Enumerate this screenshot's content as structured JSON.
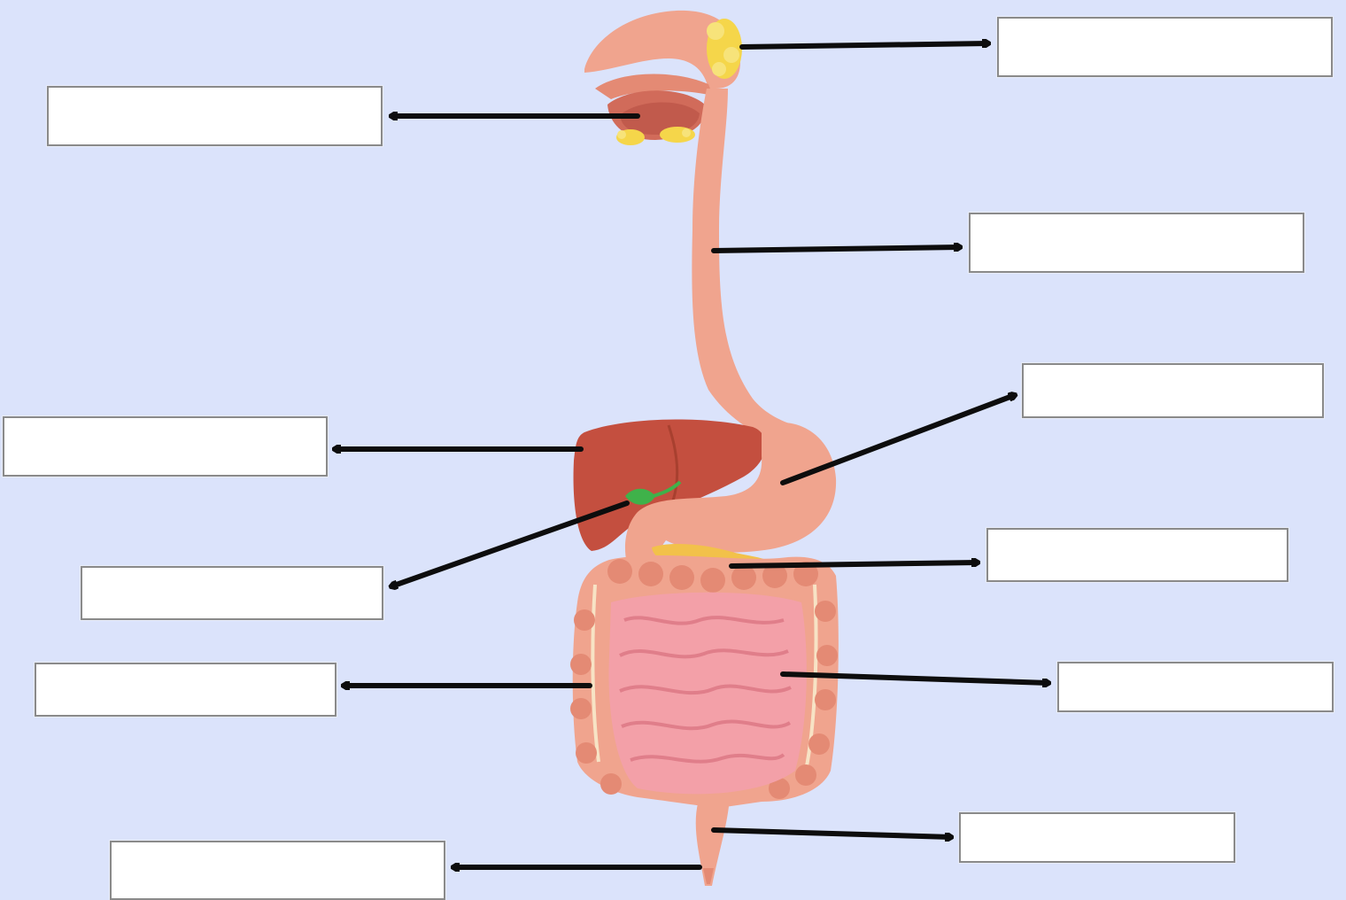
{
  "title": "",
  "colors": {
    "background": "#dbe3fb",
    "organ_pink": "#f0a48e",
    "organ_pink_dark": "#e48a74",
    "salivary_yellow": "#f5d64a",
    "liver": "#c44f3f",
    "liver_dark": "#a8402f",
    "gallbladder": "#3fb24a",
    "pancreas": "#f2c14a",
    "intestine": "#f3a0a8",
    "arrow": "#0d0d0d"
  },
  "labels": [
    {
      "id": "salivary-glands",
      "value": ""
    },
    {
      "id": "mouth",
      "value": ""
    },
    {
      "id": "esophagus",
      "value": ""
    },
    {
      "id": "stomach",
      "value": ""
    },
    {
      "id": "liver",
      "value": ""
    },
    {
      "id": "gallbladder",
      "value": ""
    },
    {
      "id": "pancreas",
      "value": ""
    },
    {
      "id": "large-intestine",
      "value": ""
    },
    {
      "id": "small-intestine",
      "value": ""
    },
    {
      "id": "rectum",
      "value": ""
    },
    {
      "id": "anus",
      "value": ""
    }
  ],
  "icons": [
    "arrow-left-icon",
    "arrow-right-icon"
  ]
}
